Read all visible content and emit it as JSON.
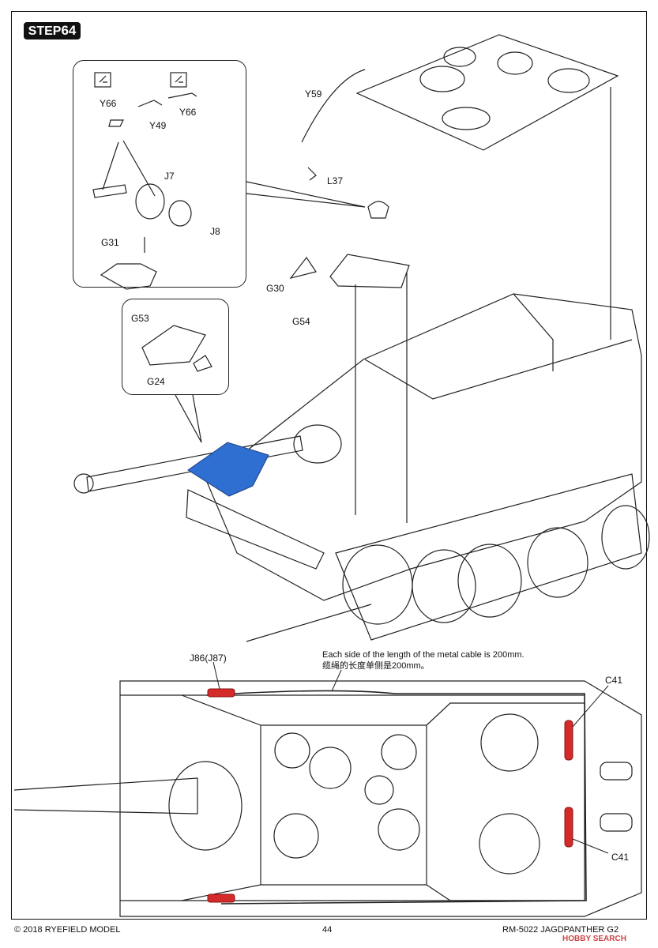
{
  "step": {
    "prefix": "STEP",
    "number": "64"
  },
  "labels": {
    "y66_a": "Y66",
    "y49": "Y49",
    "y66_b": "Y66",
    "j7": "J7",
    "j8": "J8",
    "g31": "G31",
    "y59": "Y59",
    "l37": "L37",
    "g30": "G30",
    "g54": "G54",
    "g53": "G53",
    "g24": "G24",
    "j86": "J86(J87)",
    "c41_a": "C41",
    "c41_b": "C41"
  },
  "note": {
    "en": "Each side of the length of the metal cable is 200mm.",
    "cn": "缆绳的长度单侧是200mm。"
  },
  "footer": {
    "copyright": "© 2018 RYEFIELD MODEL",
    "page": "44",
    "model": "RM-5022 JAGDPANTHER G2",
    "watermark": "HOBBY SEARCH"
  },
  "colors": {
    "highlight": "#2f6fd1",
    "cable_red": "#d42a2a",
    "line": "#222222"
  }
}
